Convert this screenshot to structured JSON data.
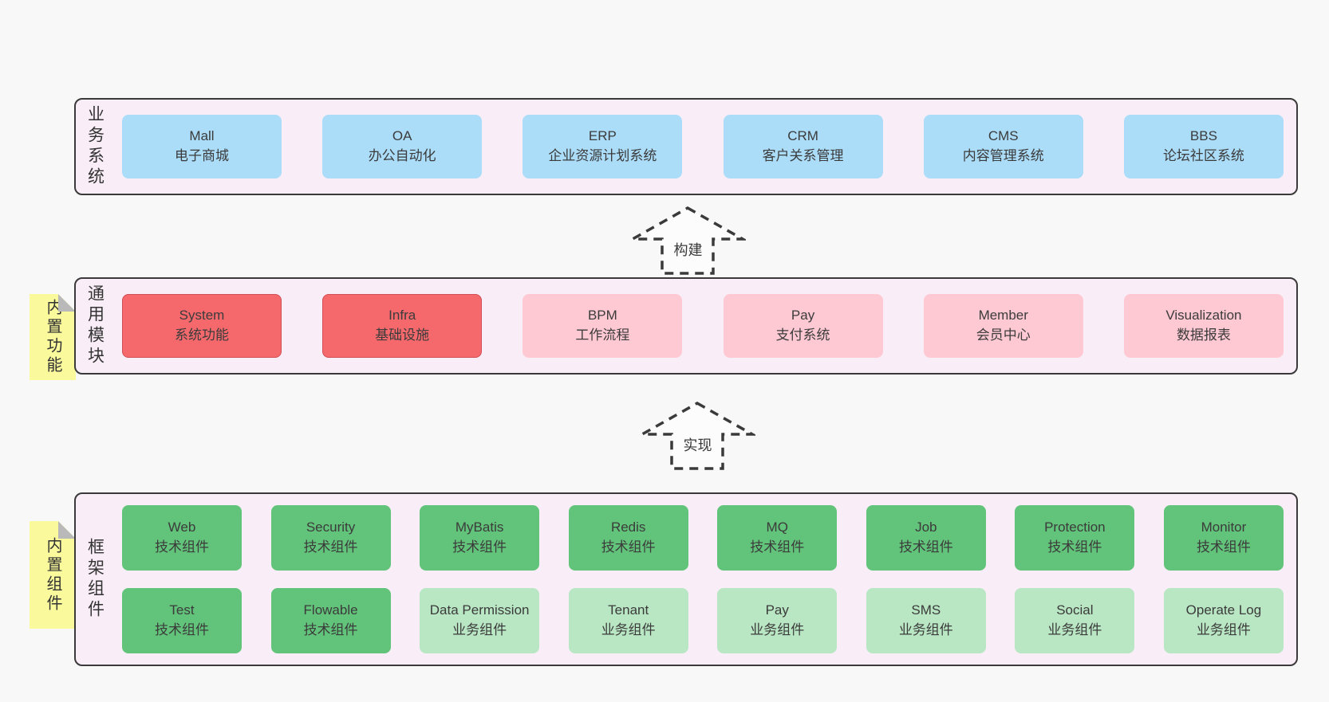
{
  "colors": {
    "page_bg": "#f8f8f8",
    "band_bg": "#f9eef7",
    "band_border": "#3a3a3a",
    "blue": "#abdcf8",
    "red": "#f5696d",
    "pink": "#ffc9d3",
    "green_dark": "#62c37a",
    "green_light": "#b9e6c3",
    "note_yellow": "#fafa9d",
    "note_fold_gray": "#b9b9b9"
  },
  "arrows": [
    {
      "label": "构建"
    },
    {
      "label": "实现"
    }
  ],
  "bands": [
    {
      "label": "业务系统",
      "boxes": [
        {
          "title": "Mall",
          "subtitle": "电子商城",
          "variant": "blue"
        },
        {
          "title": "OA",
          "subtitle": "办公自动化",
          "variant": "blue"
        },
        {
          "title": "ERP",
          "subtitle": "企业资源计划系统",
          "variant": "blue"
        },
        {
          "title": "CRM",
          "subtitle": "客户关系管理",
          "variant": "blue"
        },
        {
          "title": "CMS",
          "subtitle": "内容管理系统",
          "variant": "blue"
        },
        {
          "title": "BBS",
          "subtitle": "论坛社区系统",
          "variant": "blue"
        }
      ]
    },
    {
      "label": "通用模块",
      "note": "内置功能",
      "boxes": [
        {
          "title": "System",
          "subtitle": "系统功能",
          "variant": "red"
        },
        {
          "title": "Infra",
          "subtitle": "基础设施",
          "variant": "red"
        },
        {
          "title": "BPM",
          "subtitle": "工作流程",
          "variant": "pink"
        },
        {
          "title": "Pay",
          "subtitle": "支付系统",
          "variant": "pink"
        },
        {
          "title": "Member",
          "subtitle": "会员中心",
          "variant": "pink"
        },
        {
          "title": "Visualization",
          "subtitle": "数据报表",
          "variant": "pink"
        }
      ]
    },
    {
      "label": "框架组件",
      "note": "内置组件",
      "rows": [
        [
          {
            "title": "Web",
            "subtitle": "技术组件",
            "variant": "green"
          },
          {
            "title": "Security",
            "subtitle": "技术组件",
            "variant": "green"
          },
          {
            "title": "MyBatis",
            "subtitle": "技术组件",
            "variant": "green"
          },
          {
            "title": "Redis",
            "subtitle": "技术组件",
            "variant": "green"
          },
          {
            "title": "MQ",
            "subtitle": "技术组件",
            "variant": "green"
          },
          {
            "title": "Job",
            "subtitle": "技术组件",
            "variant": "green"
          },
          {
            "title": "Protection",
            "subtitle": "技术组件",
            "variant": "green"
          },
          {
            "title": "Monitor",
            "subtitle": "技术组件",
            "variant": "green"
          }
        ],
        [
          {
            "title": "Test",
            "subtitle": "技术组件",
            "variant": "green"
          },
          {
            "title": "Flowable",
            "subtitle": "技术组件",
            "variant": "green"
          },
          {
            "title": "Data Permission",
            "subtitle": "业务组件",
            "variant": "green-light"
          },
          {
            "title": "Tenant",
            "subtitle": "业务组件",
            "variant": "green-light"
          },
          {
            "title": "Pay",
            "subtitle": "业务组件",
            "variant": "green-light"
          },
          {
            "title": "SMS",
            "subtitle": "业务组件",
            "variant": "green-light"
          },
          {
            "title": "Social",
            "subtitle": "业务组件",
            "variant": "green-light"
          },
          {
            "title": "Operate Log",
            "subtitle": "业务组件",
            "variant": "green-light"
          }
        ]
      ]
    }
  ]
}
